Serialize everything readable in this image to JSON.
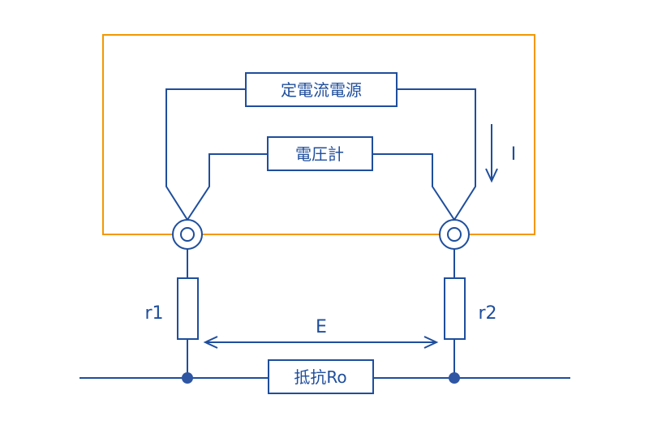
{
  "diagram": {
    "title": "",
    "colors": {
      "wire": "#1f4e9c",
      "housing": "#f39800",
      "background": "#ffffff"
    },
    "instrument": {
      "current_source_label": "定電流電源",
      "voltmeter_label": "電圧計",
      "current_label": "I"
    },
    "external": {
      "lead_resistance_left_label": "r1",
      "lead_resistance_right_label": "r2",
      "voltage_label": "E",
      "resistor_label": "抵抗Ro"
    }
  }
}
